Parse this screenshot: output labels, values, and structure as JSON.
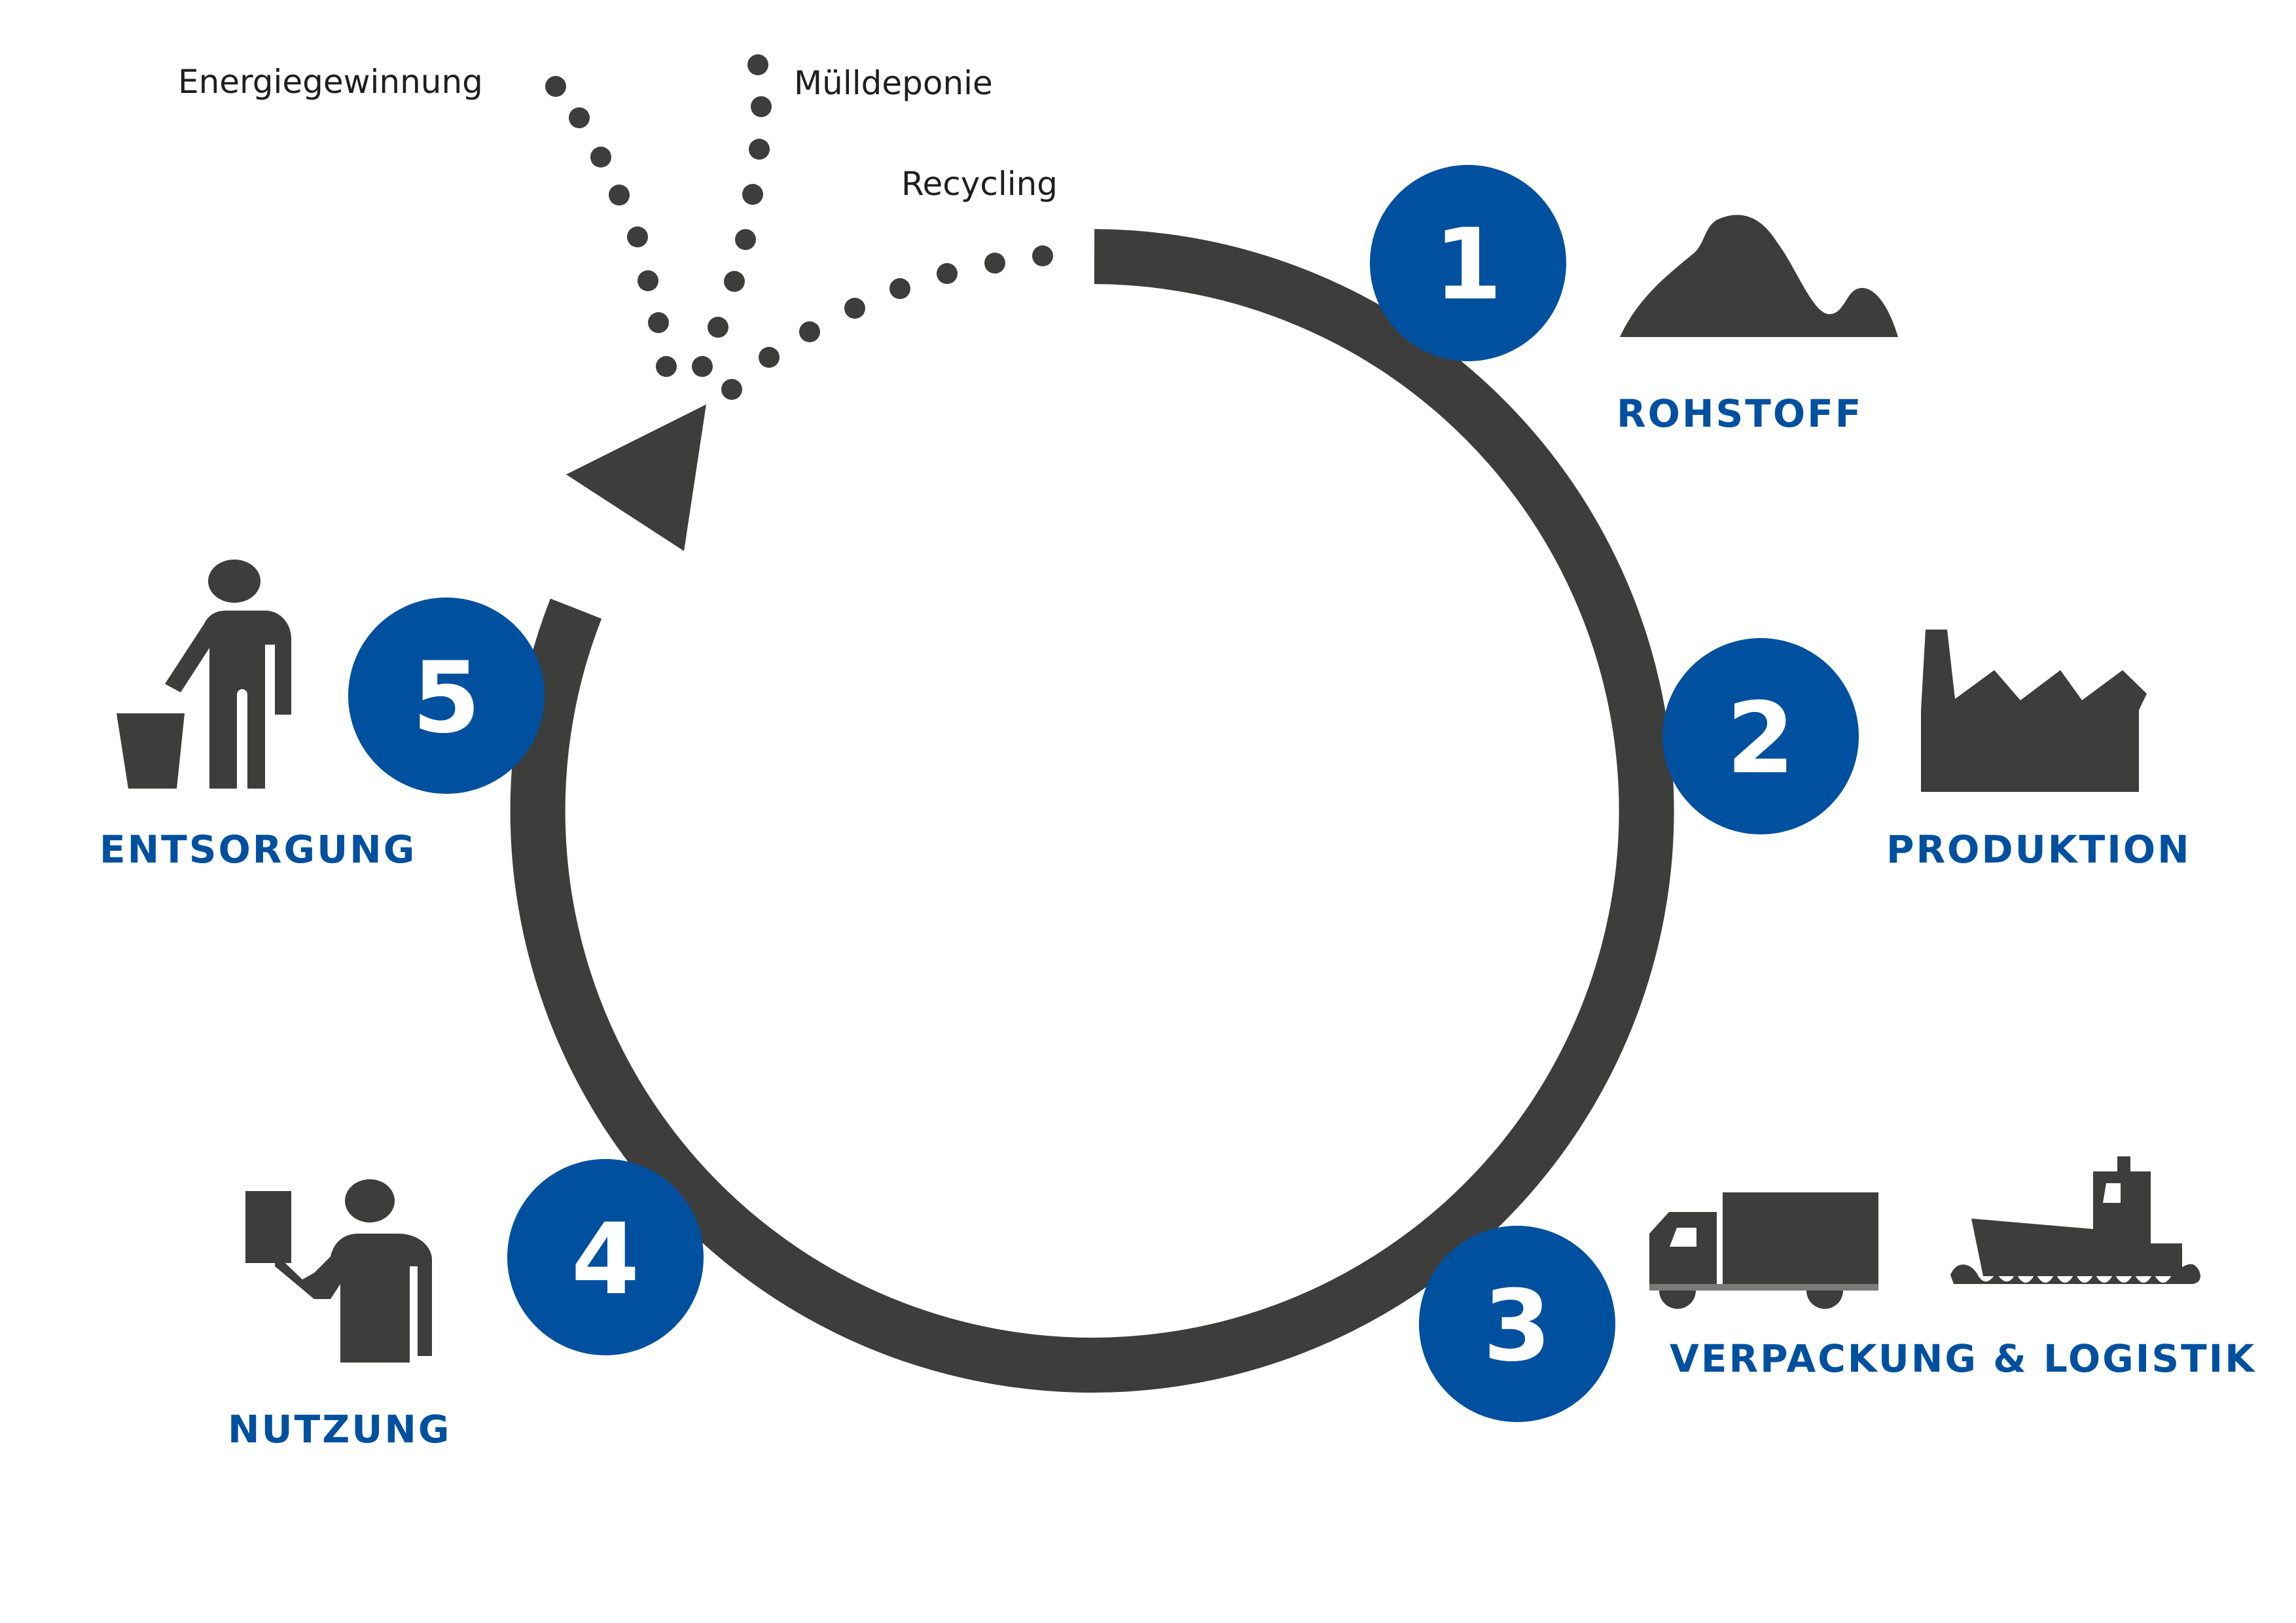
{
  "colors": {
    "accent": "#0050a0",
    "dark": "#3d3d3c",
    "background": "#ffffff"
  },
  "destinations": [
    {
      "label": "Energiegewinnung"
    },
    {
      "label": "Mülldeponie"
    },
    {
      "label": "Recycling"
    }
  ],
  "stages": [
    {
      "number": "1",
      "label": "ROHSTOFF",
      "icon": "mountain-icon"
    },
    {
      "number": "2",
      "label": "PRODUKTION",
      "icon": "factory-icon"
    },
    {
      "number": "3",
      "label": "VERPACKUNG & LOGISTIK",
      "icon": "truck-ship-icon"
    },
    {
      "number": "4",
      "label": "NUTZUNG",
      "icon": "person-using-icon"
    },
    {
      "number": "5",
      "label": "ENTSORGUNG",
      "icon": "person-disposing-icon"
    }
  ]
}
